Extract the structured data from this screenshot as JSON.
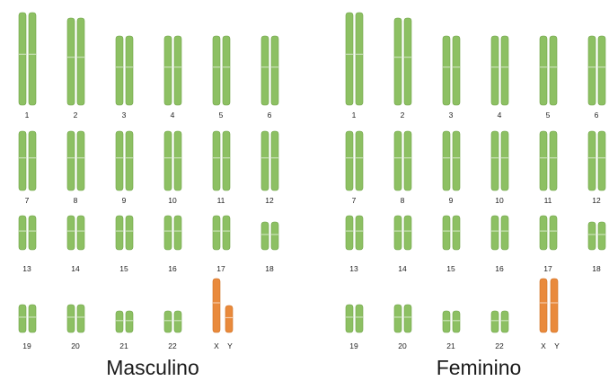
{
  "colors": {
    "autosome": "#8dc063",
    "autosome_edge": "#6fa347",
    "sex": "#e98a3c",
    "sex_edge": "#cf6f22",
    "background": "#ffffff"
  },
  "panels": [
    {
      "title": "Masculino",
      "rows": [
        [
          {
            "label": "1",
            "size": "xl"
          },
          {
            "label": "2",
            "size": "l"
          },
          {
            "label": "3",
            "size": "m"
          },
          {
            "label": "4",
            "size": "m"
          },
          {
            "label": "5",
            "size": "m"
          },
          {
            "label": "6",
            "size": "m"
          }
        ],
        [
          {
            "label": "7",
            "size": "s"
          },
          {
            "label": "8",
            "size": "s"
          },
          {
            "label": "9",
            "size": "s"
          },
          {
            "label": "10",
            "size": "s"
          },
          {
            "label": "11",
            "size": "s"
          },
          {
            "label": "12",
            "size": "s"
          }
        ],
        [
          {
            "label": "13",
            "size": "xs"
          },
          {
            "label": "14",
            "size": "xs"
          },
          {
            "label": "15",
            "size": "xs"
          },
          {
            "label": "16",
            "size": "xs"
          },
          {
            "label": "17",
            "size": "xs"
          },
          {
            "label": "18",
            "size": "xxs"
          }
        ],
        [
          {
            "label": "19",
            "size": "xxs"
          },
          {
            "label": "20",
            "size": "xxs"
          },
          {
            "label": "21",
            "size": "tiny"
          },
          {
            "label": "22",
            "size": "tiny"
          },
          {
            "label": "X",
            "size": "sexX",
            "type": "sex",
            "pair": [
              "X",
              "Y"
            ]
          }
        ]
      ]
    },
    {
      "title": "Feminino",
      "rows": [
        [
          {
            "label": "1",
            "size": "xl"
          },
          {
            "label": "2",
            "size": "l"
          },
          {
            "label": "3",
            "size": "m"
          },
          {
            "label": "4",
            "size": "m"
          },
          {
            "label": "5",
            "size": "m"
          },
          {
            "label": "6",
            "size": "m"
          }
        ],
        [
          {
            "label": "7",
            "size": "s"
          },
          {
            "label": "8",
            "size": "s"
          },
          {
            "label": "9",
            "size": "s"
          },
          {
            "label": "10",
            "size": "s"
          },
          {
            "label": "11",
            "size": "s"
          },
          {
            "label": "12",
            "size": "s"
          }
        ],
        [
          {
            "label": "13",
            "size": "xs"
          },
          {
            "label": "14",
            "size": "xs"
          },
          {
            "label": "15",
            "size": "xs"
          },
          {
            "label": "16",
            "size": "xs"
          },
          {
            "label": "17",
            "size": "xs"
          },
          {
            "label": "18",
            "size": "xxs"
          }
        ],
        [
          {
            "label": "19",
            "size": "xxs"
          },
          {
            "label": "20",
            "size": "xxs"
          },
          {
            "label": "21",
            "size": "tiny"
          },
          {
            "label": "22",
            "size": "tiny"
          },
          {
            "label": "X",
            "size": "sexXX",
            "type": "sex",
            "pair": [
              "X",
              "Y"
            ]
          }
        ]
      ]
    }
  ]
}
